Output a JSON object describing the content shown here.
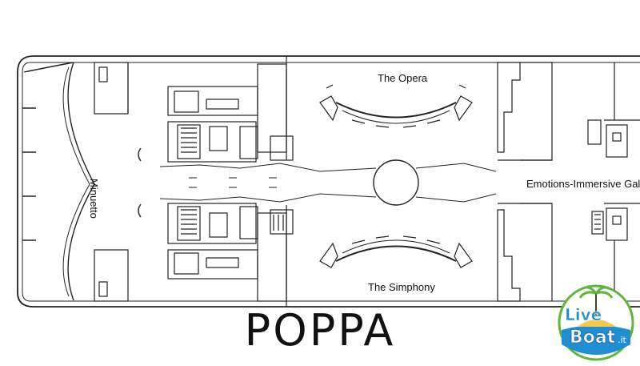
{
  "rooms": {
    "opera": "The Opera",
    "simphony": "The Simphony",
    "emotions": "Emotions-Immersive Gallery",
    "minuetto": "Minuetto"
  },
  "heading": "POPPA",
  "logo": {
    "line1": "Live",
    "line2": "Boat",
    "suffix": ".it"
  },
  "colors": {
    "line": "#222222",
    "logo_sea": "#1f8fd1",
    "logo_green": "#5fb53a",
    "logo_sand": "#f2c94c"
  }
}
